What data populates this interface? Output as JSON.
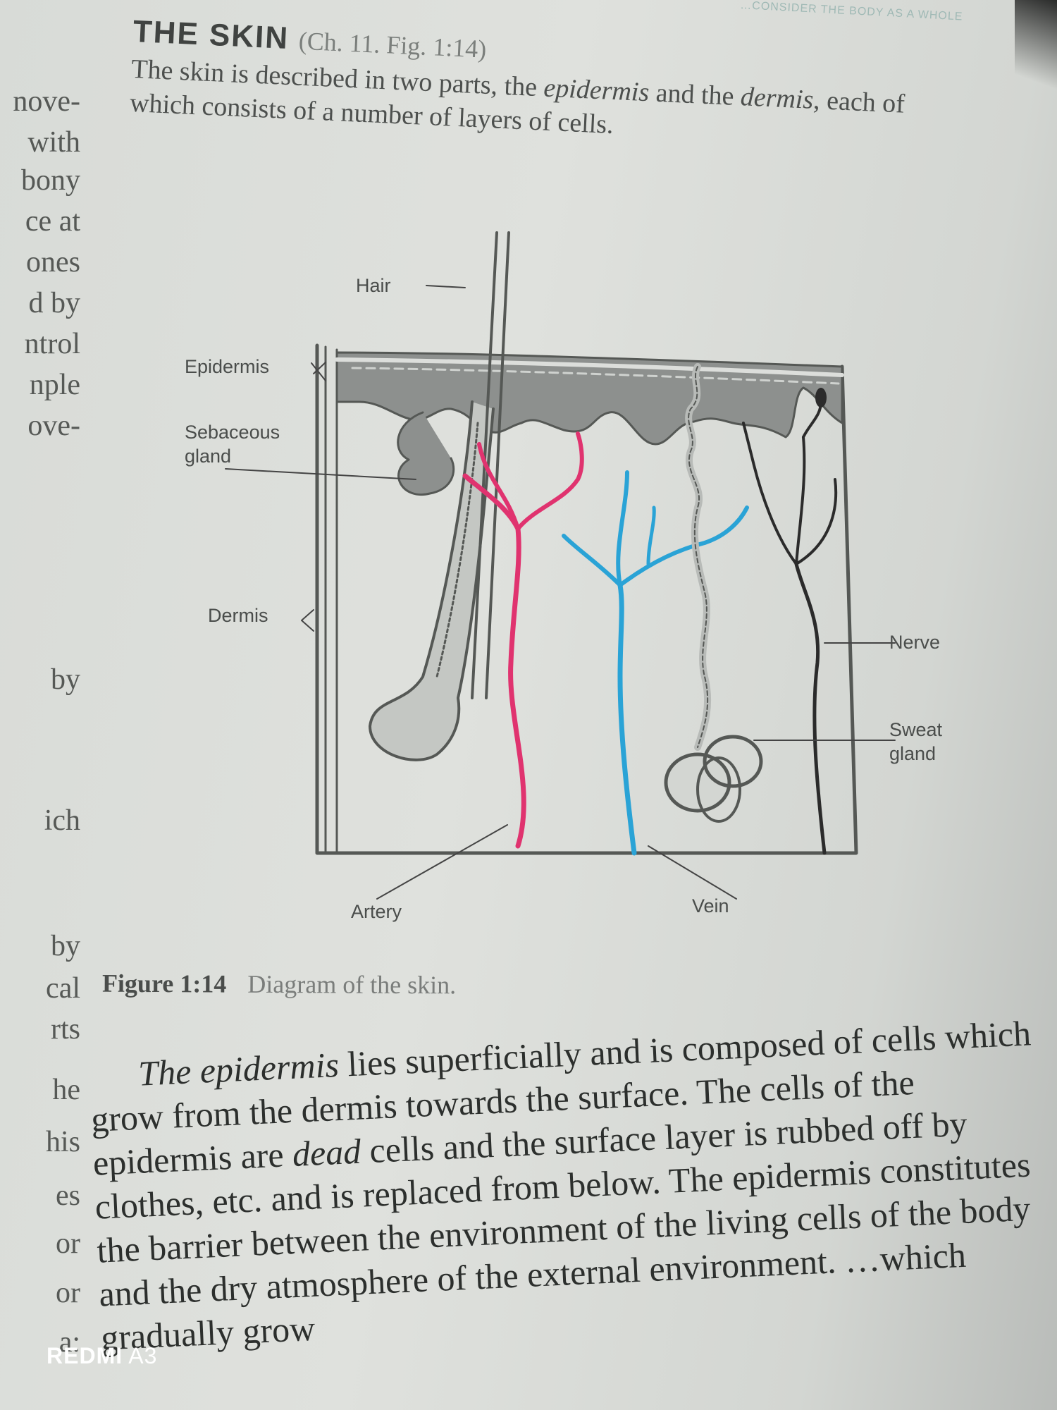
{
  "page": {
    "running_head": "…CONSIDER THE BODY AS A WHOLE",
    "section_title": "THE SKIN",
    "section_ref": "(Ch. 11. Fig. 1:14)",
    "intro": {
      "part1": "The skin is described in two parts, the ",
      "term1": "epidermis",
      "part2": " and the ",
      "term2": "dermis",
      "part3": ", each of which consists of a number of layers of cells."
    },
    "margin_words": [
      "nove-",
      "with",
      "bony",
      "ce at",
      "ones",
      "d by",
      "ntrol",
      "nple",
      "ove-",
      "by",
      "ich",
      "by",
      "cal",
      "rts",
      "he",
      "his",
      "es",
      "or",
      "or",
      "a:"
    ]
  },
  "diagram": {
    "labels": {
      "hair": "Hair",
      "epidermis": "Epidermis",
      "sebaceous_gland_1": "Sebaceous",
      "sebaceous_gland_2": "gland",
      "dermis": "Dermis",
      "nerve": "Nerve",
      "sweat_gland_1": "Sweat",
      "sweat_gland_2": "gland",
      "artery": "Artery",
      "vein": "Vein"
    },
    "colors": {
      "artery": "#e0336f",
      "vein": "#2aa3d6",
      "nerve": "#2b2b2b",
      "epidermis": "#8d908e",
      "outline": "#555855"
    }
  },
  "caption": {
    "number": "Figure 1:14",
    "text": "Diagram of the skin."
  },
  "body": {
    "lead": "The epidermis",
    "text1": " lies superficially and is composed of cells which grow from the dermis towards the surface. The cells of the epidermis are ",
    "emph": "dead",
    "text2": " cells and the surface layer is rubbed off by clothes, etc. and is replaced from below. The epidermis constitutes the barrier between the environment of the living cells of the body and the dry atmosphere of the external environment. …which gradually grow"
  },
  "watermark": {
    "brand": "REDMI",
    "model": "A3"
  }
}
